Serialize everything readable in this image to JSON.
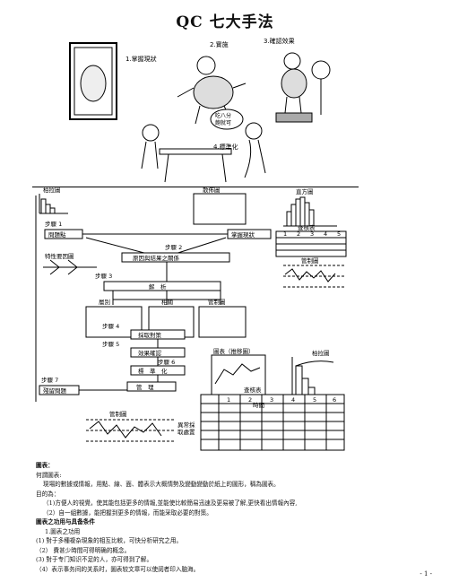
{
  "title": "QC 七大手法",
  "cartoon": {
    "step1": "1.掌握現狀",
    "step2": "2.實施",
    "step3": "3.確認效果",
    "step4": "4.標準化",
    "speech": [
      "吃八分",
      "飽就可"
    ]
  },
  "flow": {
    "pareto": "柏拉圖",
    "scatter": "散佈圖",
    "histogram": "直方圖",
    "checksheet_top": "查核表",
    "control_chart_top": "管制圖",
    "step1": "步驟 1",
    "problem": "問題點",
    "grasp": "掌握現狀",
    "step2": "步驟 2",
    "cause_effect": "原因與結果之關係",
    "fishbone": "特性要因圖",
    "step3": "步驟 3",
    "analysis": "解　析",
    "lower_layer": "層別",
    "lower_corr": "相關",
    "lower_control": "管制圖",
    "step4": "步驟 4",
    "countermeasure": "採取對策",
    "step5": "步驟 5",
    "effect": "效果確認",
    "step6": "步驟 6",
    "standard": "標　準　化",
    "step7": "步驟 7",
    "remaining": "殘留問題",
    "manage": "管　理",
    "graph": "圖表（推移圖）",
    "time": "時間",
    "pareto2": "柏拉圖",
    "control_chart_bottom": "管制圖",
    "abnormal": [
      "異常採",
      "取處置"
    ],
    "checksheet_bottom": "查核表",
    "check_cols": [
      "1",
      "2",
      "3",
      "4",
      "5",
      "6"
    ],
    "top_check_cols": [
      "1",
      "2",
      "3",
      "4",
      "5"
    ]
  },
  "text": {
    "h1": "圖表：",
    "h2": "何謂圖表:",
    "p1": "現場的數據或情報，用點、線、面、體表示大概情勢及變動變動於紙上的圖形，稱為圖表。",
    "p2": "目的為：",
    "p3": "（1)方便人的視覺，使其能包括更多的情報,並能使比較簡易迅速及更易被了解,更快看出情報內容,",
    "p4": "（2）自一組數據，能把握到更多的情報，而能采取必要的對策。",
    "h3": "圖表之功用与具备条件",
    "p5": "1.圖表之功用",
    "p6": "(1)  對于多種複杂現象的相互比較，可快分析研究之用。",
    "p7": "（2）   費甚少時間可得明确的概念。",
    "p8": "(3)  對于专门知识不足的人，亦可得到了解。",
    "p9": "（4）表示事务间的关系时，圖表较文章可以使阅者印入脑海。"
  },
  "page_number": "- 1 -"
}
